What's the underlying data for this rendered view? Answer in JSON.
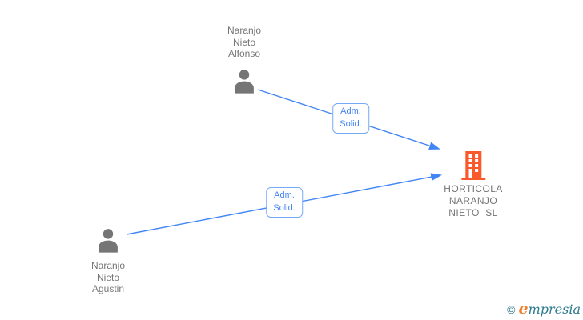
{
  "colors": {
    "edge_blue": "#4285F4",
    "edge_label_border": "#74A9F8",
    "node_gray": "#757575",
    "building_orange": "#FA5A2B",
    "watermark_teal": "#2E7A8F",
    "watermark_orange": "#EE7F2D",
    "background": "#FFFFFF"
  },
  "nodes": {
    "person_alfonso": {
      "label": "Naranjo\nNieto\nAlfonso"
    },
    "person_agustin": {
      "label": "Naranjo\nNieto\nAgustin"
    },
    "company": {
      "label": "HORTICOLA\nNARANJO\nNIETO  SL"
    }
  },
  "edges": {
    "alfonso_to_company": {
      "label": "Adm.\nSolid."
    },
    "agustin_to_company": {
      "label": "Adm.\nSolid."
    }
  },
  "watermark": {
    "copyright": "©",
    "brand_initial": "e",
    "brand_rest": "mpresia"
  }
}
